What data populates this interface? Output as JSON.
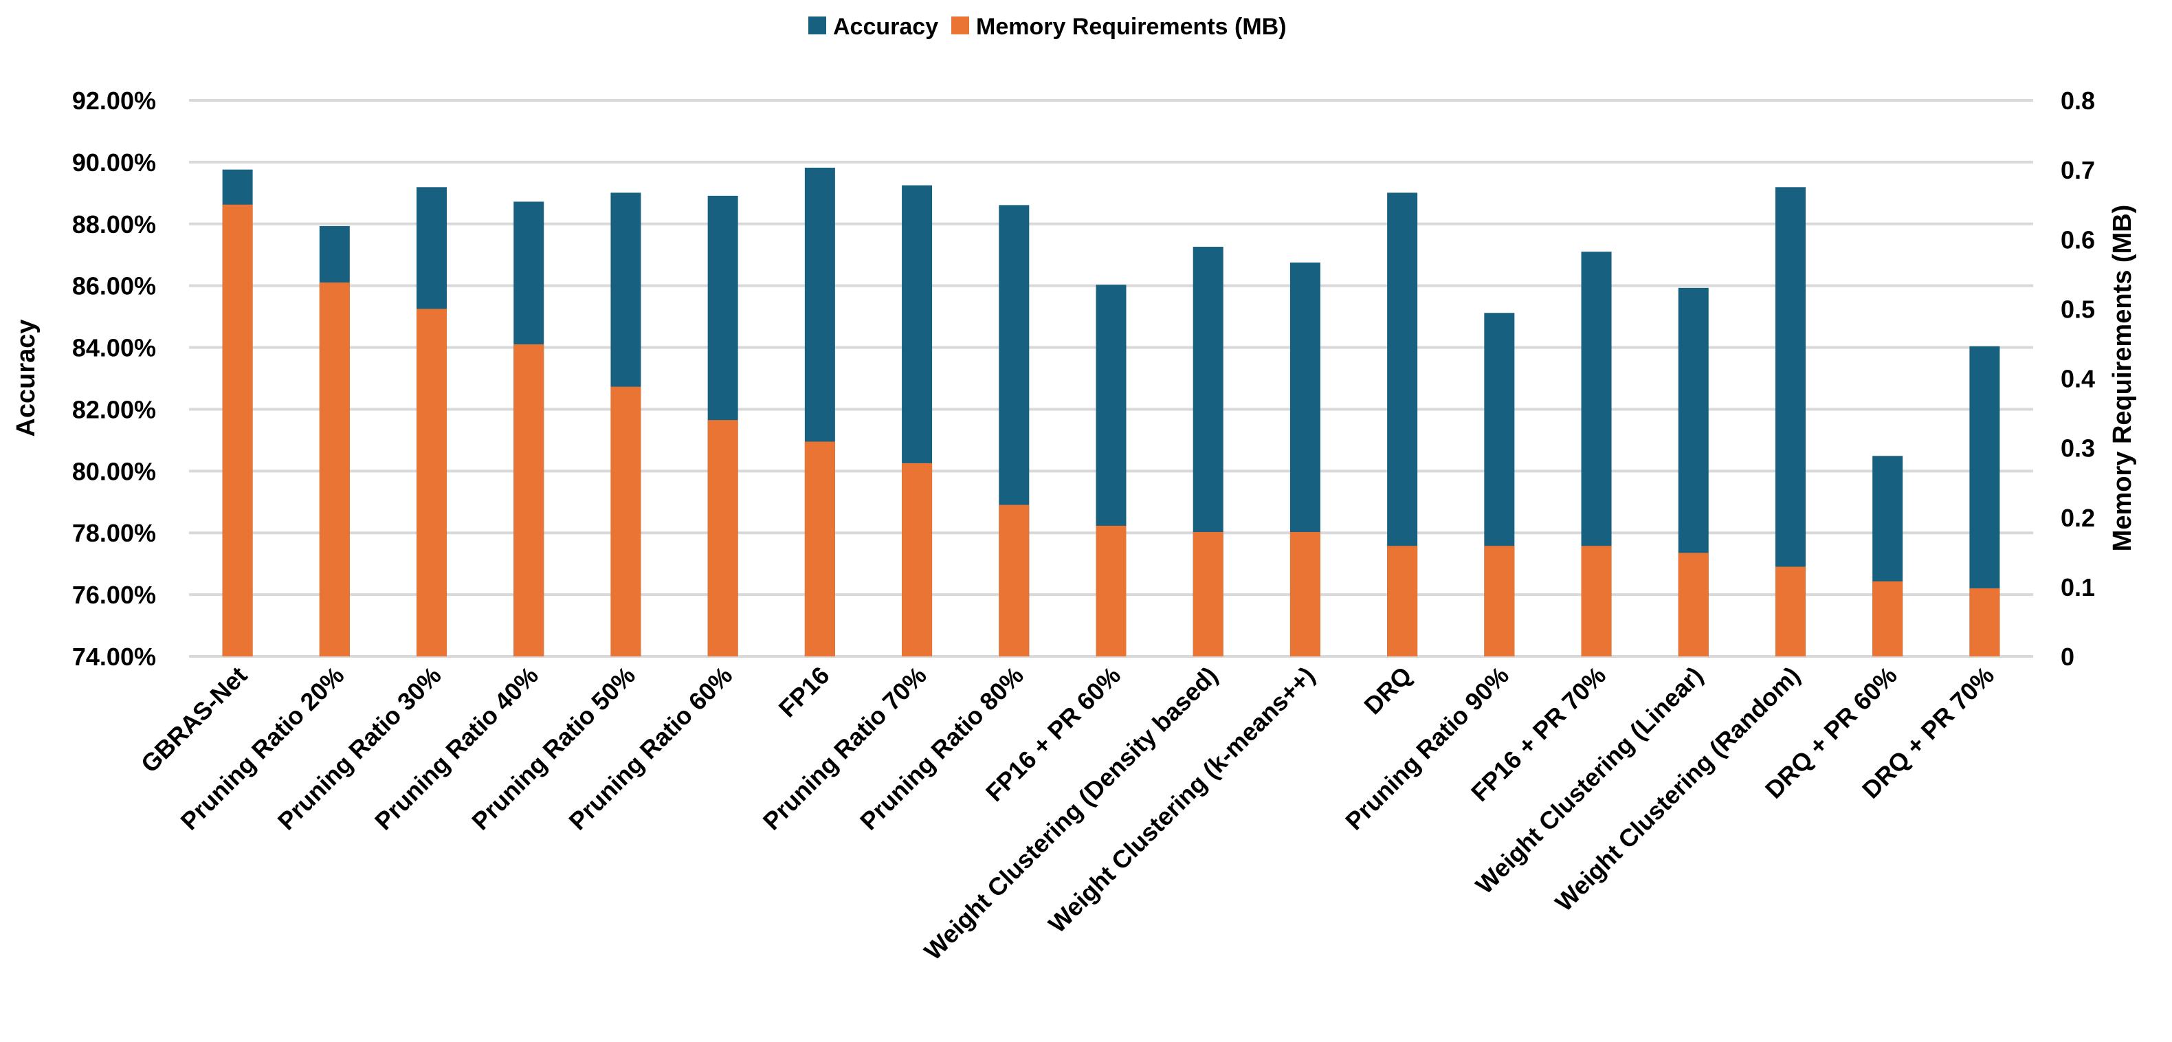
{
  "chart_data": {
    "type": "bar",
    "title": "",
    "categories": [
      "GBRAS-Net",
      "Pruning Ratio 20%",
      "Pruning Ratio 30%",
      "Pruning Ratio 40%",
      "Pruning Ratio 50%",
      "Pruning Ratio 60%",
      "FP16",
      "Pruning Ratio 70%",
      "Pruning Ratio 80%",
      "FP16 + PR 60%",
      "Weight Clustering (Density based)",
      "Weight Clustering (k-means++)",
      "DRQ",
      "Pruning Ratio 90%",
      "FP16 + PR 70%",
      "Weight Clustering (Linear)",
      "Weight Clustering (Random)",
      "DRQ + PR 60%",
      "DRQ + PR 70%"
    ],
    "series": [
      {
        "name": "Accuracy",
        "axis": "left",
        "color": "#17607f",
        "values": [
          89.76,
          87.93,
          89.19,
          88.72,
          89.01,
          88.91,
          89.82,
          89.25,
          88.61,
          86.03,
          87.26,
          86.75,
          89.01,
          85.12,
          87.1,
          85.93,
          89.19,
          80.49,
          84.04
        ]
      },
      {
        "name": "Memory Requirements (MB)",
        "axis": "right",
        "color": "#e97434",
        "values": [
          0.65,
          0.538,
          0.5,
          0.449,
          0.388,
          0.34,
          0.309,
          0.278,
          0.218,
          0.188,
          0.179,
          0.179,
          0.159,
          0.159,
          0.159,
          0.149,
          0.129,
          0.108,
          0.098
        ]
      }
    ],
    "ylabel": "Accuracy",
    "ylabel_right": "Memory Requirements (MB)",
    "ylim": [
      74,
      92
    ],
    "ylim_right": [
      0,
      0.8
    ],
    "yticks": [
      "74.00%",
      "76.00%",
      "78.00%",
      "80.00%",
      "82.00%",
      "84.00%",
      "86.00%",
      "88.00%",
      "90.00%",
      "92.00%"
    ],
    "yticks_right": [
      "0",
      "0.1",
      "0.2",
      "0.3",
      "0.4",
      "0.5",
      "0.6",
      "0.7",
      "0.8"
    ],
    "grid": true,
    "legend_position": "top-center",
    "overlap": true
  }
}
